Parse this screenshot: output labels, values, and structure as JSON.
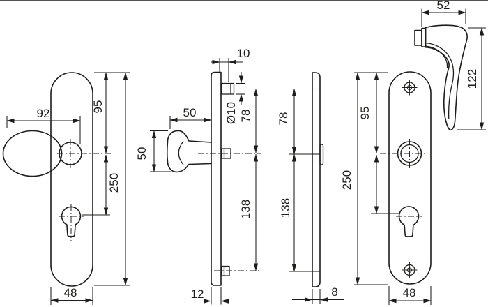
{
  "drawing": {
    "type": "technical-dimension-drawing",
    "background": "#ffffff",
    "line_color": "#1d1d1b",
    "views": {
      "knob_plate_front": {
        "knob_width": "92",
        "top_to_knob": "95",
        "plate_length": "250",
        "plate_width": "48"
      },
      "knob_plate_side": {
        "stud_projection": "10",
        "knob_depth": "50",
        "knob_diameter": "50",
        "stud_diameter": "Ø10",
        "stud_to_spindle": "78",
        "spindle_to_stud": "138",
        "plate_projection": "12"
      },
      "blank_plate_side": {
        "top_to_centre": "78",
        "centre_to_bottom": "138",
        "plate_thickness": "8"
      },
      "lever_plate_front": {
        "lever_projection": "52",
        "lever_length": "122",
        "top_to_lever": "95",
        "plate_length": "250",
        "plate_width": "48"
      }
    }
  }
}
